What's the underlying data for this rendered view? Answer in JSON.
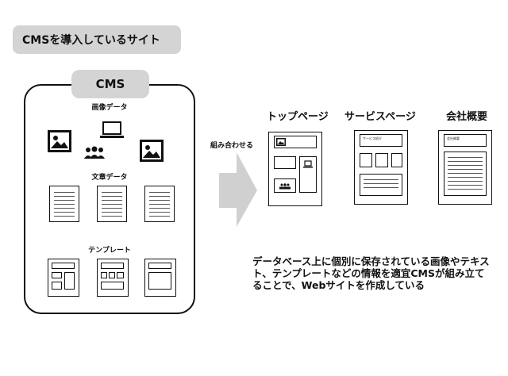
{
  "title": "CMSを導入しているサイト",
  "cms": {
    "label": "CMS",
    "image_data_label": "画像データ",
    "text_data_label": "文章データ",
    "template_label": "テンプレート"
  },
  "arrow_label": "組み合わせる",
  "pages": [
    {
      "title": "トップページ"
    },
    {
      "title": "サービスページ",
      "header_text": "サービス紹介"
    },
    {
      "title": "会社概要",
      "header_text": "会社概要"
    }
  ],
  "description": "データベース上に個別に保存されている画像やテキスト、テンプレートなどの情報を適宜CMSが組み立てることで、Webサイトを作成している",
  "colors": {
    "pill": "#d4d4d4",
    "arrow": "#d0d0d0",
    "ink": "#111111"
  }
}
